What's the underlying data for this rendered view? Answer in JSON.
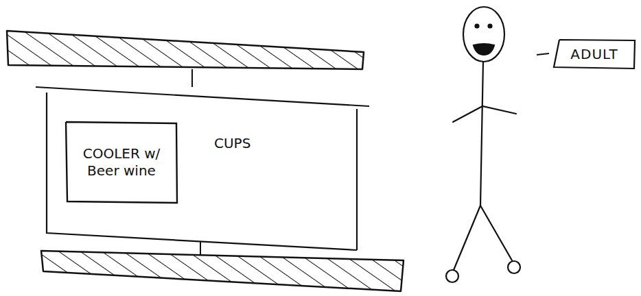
{
  "diagram": {
    "nodes": [
      {
        "text": [
          "CUPS"
        ]
      },
      {
        "text": [
          "COOLER w/ Beer wine"
        ],
        "in": 0
      },
      {
        "text": [
          "ADULT"
        ]
      }
    ]
  }
}
